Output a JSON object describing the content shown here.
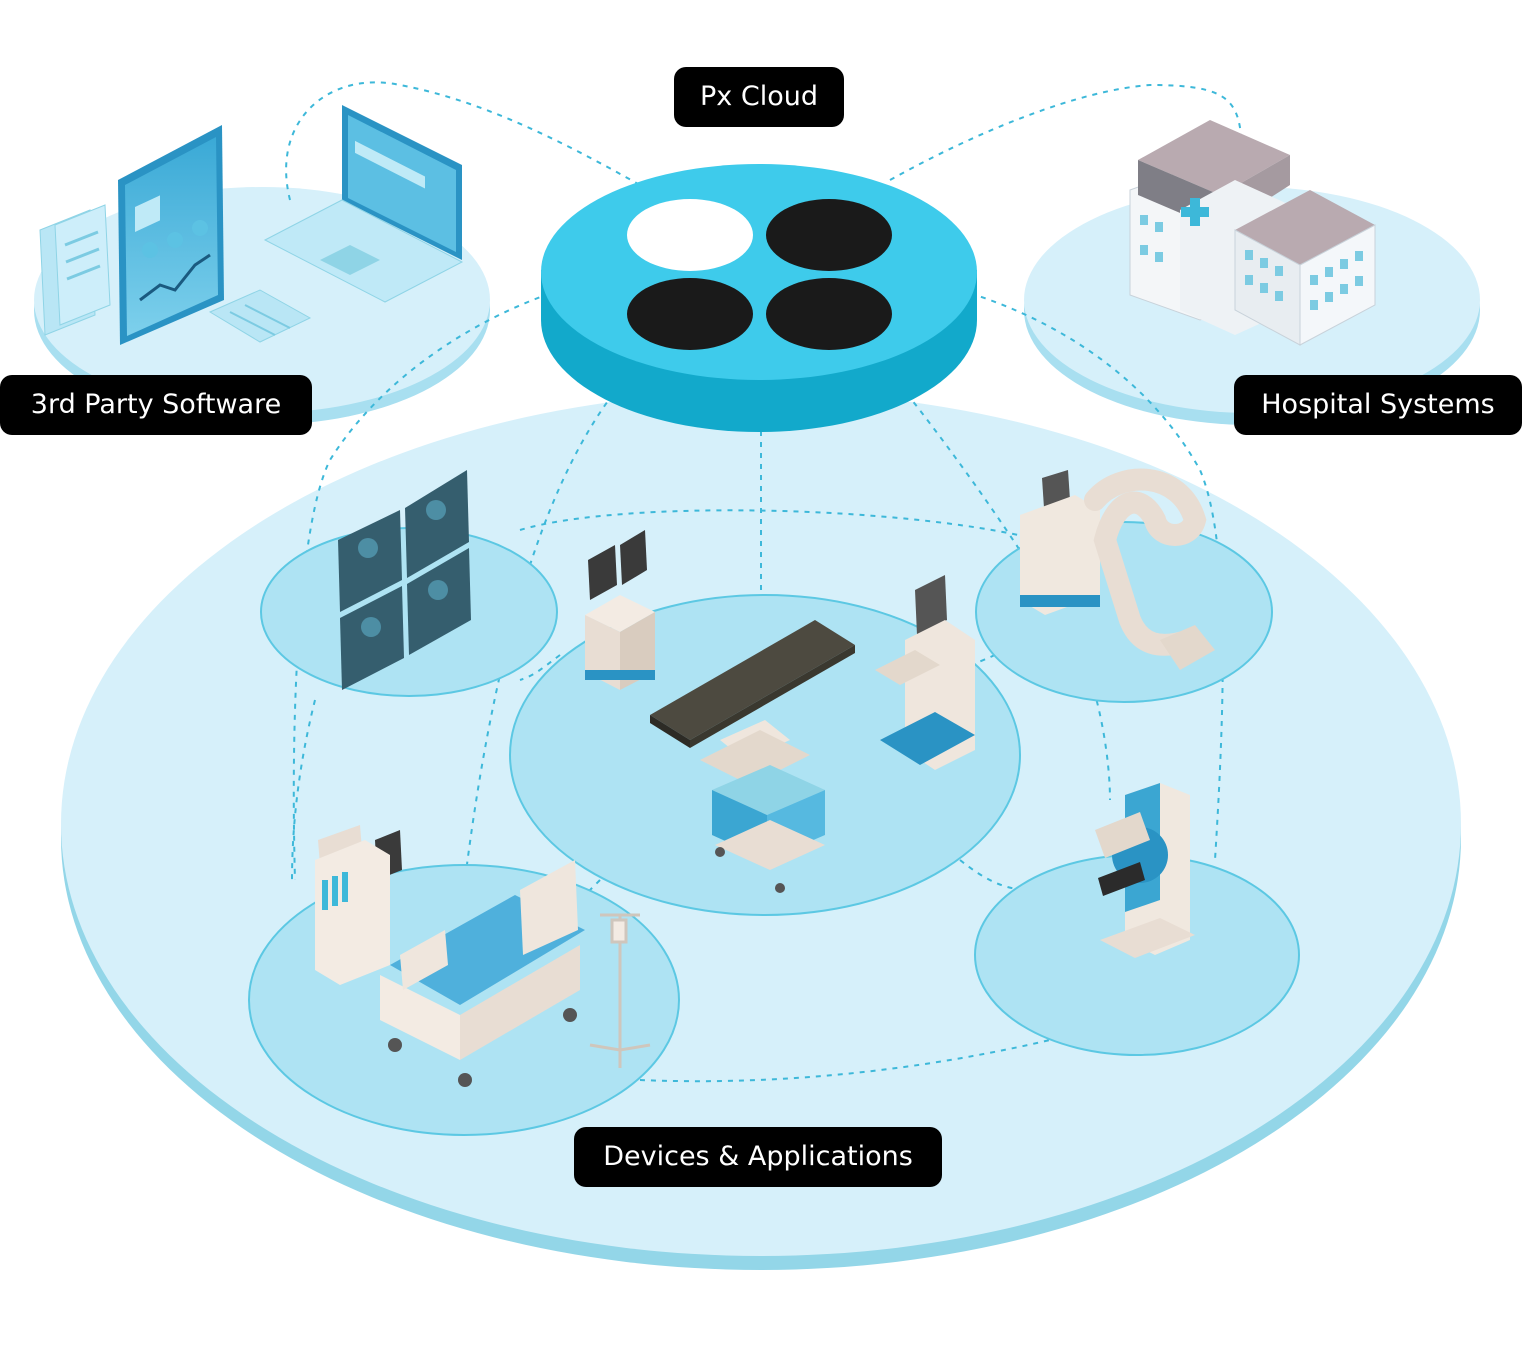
{
  "labels": {
    "cloud": "Px Cloud",
    "software": "3rd Party Software",
    "hospital": "Hospital Systems",
    "devices": "Devices & Applications"
  },
  "colors": {
    "platform_light": "#d6f0fa",
    "platform_edge": "#8fd4e6",
    "disc": "#aee3f3",
    "disc_stroke": "#5cc8e3",
    "cloud_top": "#3ecbeb",
    "cloud_side": "#12a9cb",
    "dot_white": "#ffffff",
    "dot_black": "#1a1a1a",
    "dash": "#3db8d9",
    "label_bg": "#000000",
    "label_text": "#ffffff"
  },
  "icons": {
    "software": [
      "document-icon",
      "tablet-dashboard-icon",
      "laptop-icon",
      "spreadsheet-icon"
    ],
    "hospital": [
      "hospital-building-icon"
    ],
    "devices": [
      "video-conference-icon",
      "operating-table-icon",
      "anesthesia-cart-icon",
      "ultrasound-machine-icon",
      "c-arm-xray-icon",
      "mammography-icon",
      "hospital-bed-icon",
      "iv-stand-icon",
      "anesthesia-machine-icon"
    ]
  }
}
